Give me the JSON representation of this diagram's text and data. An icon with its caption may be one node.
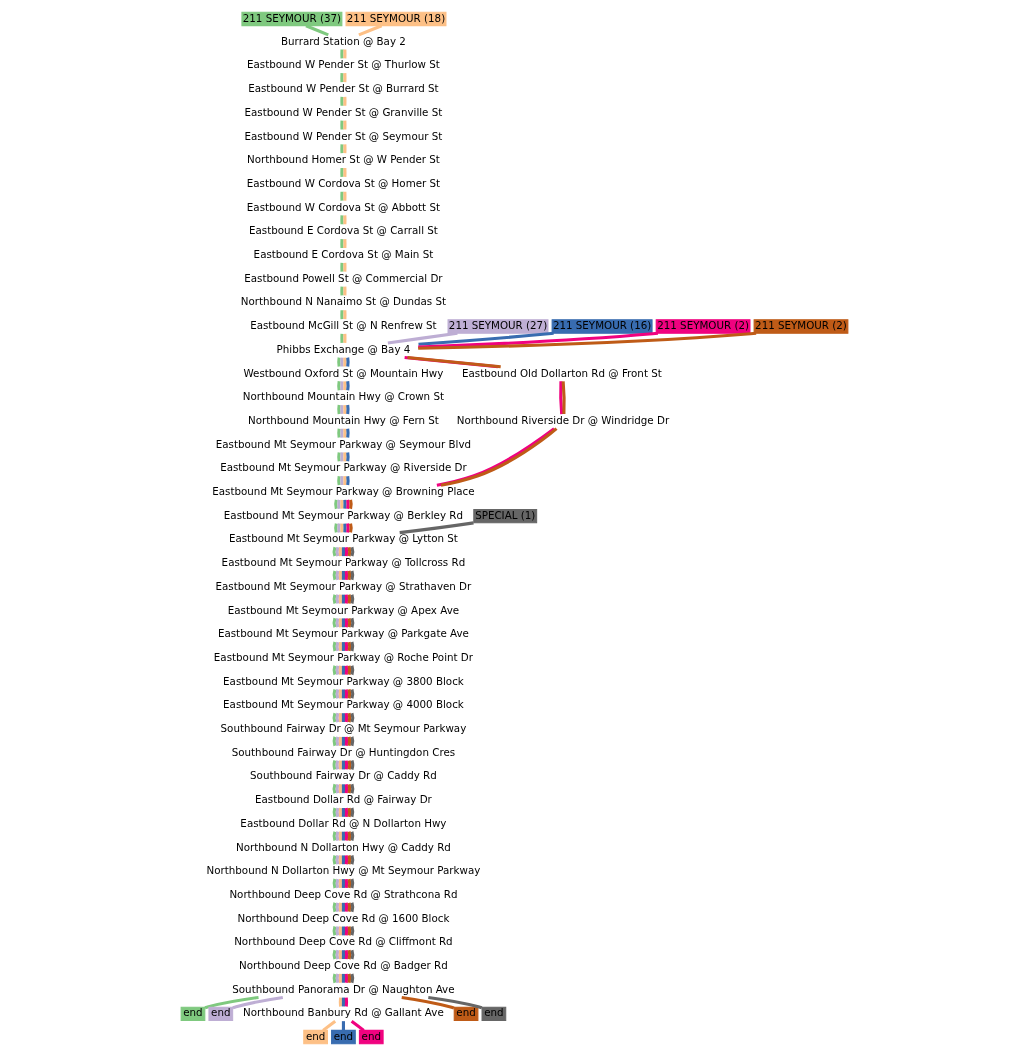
{
  "diagram": {
    "nodes": [
      {
        "text": [
          "211 SEYMOUR (37)"
        ]
      },
      {
        "text": [
          "211 SEYMOUR (18)"
        ]
      },
      {
        "text": [
          "Burrard Station @ Bay 2"
        ]
      },
      {
        "text": [
          "Eastbound W Pender St @ Thurlow St"
        ]
      },
      {
        "text": [
          "Eastbound W Pender St @ Burrard St"
        ]
      },
      {
        "text": [
          "Eastbound W Pender St @ Granville St"
        ]
      },
      {
        "text": [
          "Eastbound W Pender St @ Seymour St"
        ]
      },
      {
        "text": [
          "Northbound Homer St @ W Pender St"
        ]
      },
      {
        "text": [
          "Eastbound W Cordova St @ Homer St"
        ]
      },
      {
        "text": [
          "Eastbound W Cordova St @ Abbott St"
        ]
      },
      {
        "text": [
          "Eastbound E Cordova St @ Carrall St"
        ]
      },
      {
        "text": [
          "Eastbound E Cordova St @ Main St"
        ]
      },
      {
        "text": [
          "Eastbound Powell St @ Commercial Dr"
        ]
      },
      {
        "text": [
          "Northbound N Nanaimo St @ Dundas St"
        ]
      },
      {
        "text": [
          "Eastbound McGill St @ N Renfrew St"
        ]
      },
      {
        "text": [
          "211 SEYMOUR (27)"
        ]
      },
      {
        "text": [
          "211 SEYMOUR (16)"
        ]
      },
      {
        "text": [
          "211 SEYMOUR (2)"
        ]
      },
      {
        "text": [
          "211 SEYMOUR (2)"
        ]
      },
      {
        "text": [
          "Phibbs Exchange @ Bay 4"
        ]
      },
      {
        "text": [
          "Westbound Oxford St @ Mountain Hwy"
        ]
      },
      {
        "text": [
          "Eastbound Old Dollarton Rd @ Front St"
        ]
      },
      {
        "text": [
          "Northbound Mountain Hwy @ Crown St"
        ]
      },
      {
        "text": [
          "Northbound Mountain Hwy @ Fern St"
        ]
      },
      {
        "text": [
          "Northbound Riverside Dr @ Windridge Dr"
        ]
      },
      {
        "text": [
          "Eastbound Mt Seymour Parkway @ Seymour Blvd"
        ]
      },
      {
        "text": [
          "Eastbound Mt Seymour Parkway @ Riverside Dr"
        ]
      },
      {
        "text": [
          "Eastbound Mt Seymour Parkway @ Browning Place"
        ]
      },
      {
        "text": [
          "Eastbound Mt Seymour Parkway @ Berkley Rd"
        ]
      },
      {
        "text": [
          "SPECIAL (1)"
        ]
      },
      {
        "text": [
          "Eastbound Mt Seymour Parkway @ Lytton St"
        ]
      },
      {
        "text": [
          "Eastbound Mt Seymour Parkway @ Tollcross Rd"
        ]
      },
      {
        "text": [
          "Eastbound Mt Seymour Parkway @ Strathaven Dr"
        ]
      },
      {
        "text": [
          "Eastbound Mt Seymour Parkway @ Apex Ave"
        ]
      },
      {
        "text": [
          "Eastbound Mt Seymour Parkway @ Parkgate Ave"
        ]
      },
      {
        "text": [
          "Eastbound Mt Seymour Parkway @ Roche Point Dr"
        ]
      },
      {
        "text": [
          "Eastbound Mt Seymour Parkway @ 3800 Block"
        ]
      },
      {
        "text": [
          "Eastbound Mt Seymour Parkway @ 4000 Block"
        ]
      },
      {
        "text": [
          "Southbound Fairway Dr @ Mt Seymour Parkway"
        ]
      },
      {
        "text": [
          "Southbound Fairway Dr @ Huntingdon Cres"
        ]
      },
      {
        "text": [
          "Southbound Fairway Dr @ Caddy Rd"
        ]
      },
      {
        "text": [
          "Eastbound Dollar Rd @ Fairway Dr"
        ]
      },
      {
        "text": [
          "Eastbound Dollar Rd @ N Dollarton Hwy"
        ]
      },
      {
        "text": [
          "Northbound N Dollarton Hwy @ Caddy Rd"
        ]
      },
      {
        "text": [
          "Northbound N Dollarton Hwy @ Mt Seymour Parkway"
        ]
      },
      {
        "text": [
          "Northbound Deep Cove Rd @ Strathcona Rd"
        ]
      },
      {
        "text": [
          "Northbound Deep Cove Rd @ 1600 Block"
        ]
      },
      {
        "text": [
          "Northbound Deep Cove Rd @ Cliffmont Rd"
        ]
      },
      {
        "text": [
          "Northbound Deep Cove Rd @ Badger Rd"
        ]
      },
      {
        "text": [
          "Southbound Panorama Dr @ Naughton Ave"
        ]
      },
      {
        "text": [
          "end"
        ]
      },
      {
        "text": [
          "end"
        ]
      },
      {
        "text": [
          "Northbound Banbury Rd @ Gallant Ave"
        ]
      },
      {
        "text": [
          "end"
        ]
      },
      {
        "text": [
          "end"
        ]
      },
      {
        "text": [
          "end"
        ]
      },
      {
        "text": [
          "end"
        ]
      },
      {
        "text": [
          "end"
        ]
      }
    ],
    "edges": [
      {
        "from": 0,
        "to": 2,
        "arrow": "none",
        "color": "#7fc97f"
      },
      {
        "from": 2,
        "to": 3,
        "arrow": "none",
        "color": "#7fc97f"
      },
      {
        "from": 3,
        "to": 4,
        "arrow": "none",
        "color": "#7fc97f"
      },
      {
        "from": 4,
        "to": 5,
        "arrow": "none",
        "color": "#7fc97f"
      },
      {
        "from": 5,
        "to": 6,
        "arrow": "none",
        "color": "#7fc97f"
      },
      {
        "from": 6,
        "to": 7,
        "arrow": "none",
        "color": "#7fc97f"
      },
      {
        "from": 7,
        "to": 8,
        "arrow": "none",
        "color": "#7fc97f"
      },
      {
        "from": 8,
        "to": 9,
        "arrow": "none",
        "color": "#7fc97f"
      },
      {
        "from": 9,
        "to": 10,
        "arrow": "none",
        "color": "#7fc97f"
      },
      {
        "from": 10,
        "to": 11,
        "arrow": "none",
        "color": "#7fc97f"
      },
      {
        "from": 11,
        "to": 12,
        "arrow": "none",
        "color": "#7fc97f"
      },
      {
        "from": 12,
        "to": 13,
        "arrow": "none",
        "color": "#7fc97f"
      },
      {
        "from": 13,
        "to": 14,
        "arrow": "none",
        "color": "#7fc97f"
      },
      {
        "from": 14,
        "to": 19,
        "arrow": "none",
        "color": "#7fc97f"
      },
      {
        "from": 19,
        "to": 20,
        "arrow": "none",
        "color": "#7fc97f"
      },
      {
        "from": 20,
        "to": 22,
        "arrow": "none",
        "color": "#7fc97f"
      },
      {
        "from": 22,
        "to": 23,
        "arrow": "none",
        "color": "#7fc97f"
      },
      {
        "from": 23,
        "to": 25,
        "arrow": "none",
        "color": "#7fc97f"
      },
      {
        "from": 25,
        "to": 26,
        "arrow": "none",
        "color": "#7fc97f"
      },
      {
        "from": 26,
        "to": 27,
        "arrow": "none",
        "color": "#7fc97f"
      },
      {
        "from": 27,
        "to": 28,
        "arrow": "none",
        "color": "#7fc97f"
      },
      {
        "from": 28,
        "to": 30,
        "arrow": "none",
        "color": "#7fc97f"
      },
      {
        "from": 30,
        "to": 31,
        "arrow": "none",
        "color": "#7fc97f"
      },
      {
        "from": 31,
        "to": 32,
        "arrow": "none",
        "color": "#7fc97f"
      },
      {
        "from": 32,
        "to": 33,
        "arrow": "none",
        "color": "#7fc97f"
      },
      {
        "from": 33,
        "to": 34,
        "arrow": "none",
        "color": "#7fc97f"
      },
      {
        "from": 34,
        "to": 35,
        "arrow": "none",
        "color": "#7fc97f"
      },
      {
        "from": 35,
        "to": 36,
        "arrow": "none",
        "color": "#7fc97f"
      },
      {
        "from": 36,
        "to": 37,
        "arrow": "none",
        "color": "#7fc97f"
      },
      {
        "from": 37,
        "to": 38,
        "arrow": "none",
        "color": "#7fc97f"
      },
      {
        "from": 38,
        "to": 39,
        "arrow": "none",
        "color": "#7fc97f"
      },
      {
        "from": 39,
        "to": 40,
        "arrow": "none",
        "color": "#7fc97f"
      },
      {
        "from": 40,
        "to": 41,
        "arrow": "none",
        "color": "#7fc97f"
      },
      {
        "from": 41,
        "to": 42,
        "arrow": "none",
        "color": "#7fc97f"
      },
      {
        "from": 42,
        "to": 43,
        "arrow": "none",
        "color": "#7fc97f"
      },
      {
        "from": 43,
        "to": 44,
        "arrow": "none",
        "color": "#7fc97f"
      },
      {
        "from": 44,
        "to": 45,
        "arrow": "none",
        "color": "#7fc97f"
      },
      {
        "from": 45,
        "to": 46,
        "arrow": "none",
        "color": "#7fc97f"
      },
      {
        "from": 46,
        "to": 47,
        "arrow": "none",
        "color": "#7fc97f"
      },
      {
        "from": 47,
        "to": 48,
        "arrow": "none",
        "color": "#7fc97f"
      },
      {
        "from": 48,
        "to": 49,
        "arrow": "none",
        "color": "#7fc97f"
      },
      {
        "from": 49,
        "to": 50,
        "arrow": "none",
        "color": "#7fc97f"
      },
      {
        "from": 15,
        "to": 19,
        "arrow": "none",
        "color": "#beaed4"
      },
      {
        "from": 19,
        "to": 20,
        "arrow": "none",
        "color": "#beaed4"
      },
      {
        "from": 20,
        "to": 22,
        "arrow": "none",
        "color": "#beaed4"
      },
      {
        "from": 22,
        "to": 23,
        "arrow": "none",
        "color": "#beaed4"
      },
      {
        "from": 23,
        "to": 25,
        "arrow": "none",
        "color": "#beaed4"
      },
      {
        "from": 25,
        "to": 26,
        "arrow": "none",
        "color": "#beaed4"
      },
      {
        "from": 26,
        "to": 27,
        "arrow": "none",
        "color": "#beaed4"
      },
      {
        "from": 27,
        "to": 28,
        "arrow": "none",
        "color": "#beaed4"
      },
      {
        "from": 28,
        "to": 30,
        "arrow": "none",
        "color": "#beaed4"
      },
      {
        "from": 30,
        "to": 31,
        "arrow": "none",
        "color": "#beaed4"
      },
      {
        "from": 31,
        "to": 32,
        "arrow": "none",
        "color": "#beaed4"
      },
      {
        "from": 32,
        "to": 33,
        "arrow": "none",
        "color": "#beaed4"
      },
      {
        "from": 33,
        "to": 34,
        "arrow": "none",
        "color": "#beaed4"
      },
      {
        "from": 34,
        "to": 35,
        "arrow": "none",
        "color": "#beaed4"
      },
      {
        "from": 35,
        "to": 36,
        "arrow": "none",
        "color": "#beaed4"
      },
      {
        "from": 36,
        "to": 37,
        "arrow": "none",
        "color": "#beaed4"
      },
      {
        "from": 37,
        "to": 38,
        "arrow": "none",
        "color": "#beaed4"
      },
      {
        "from": 38,
        "to": 39,
        "arrow": "none",
        "color": "#beaed4"
      },
      {
        "from": 39,
        "to": 40,
        "arrow": "none",
        "color": "#beaed4"
      },
      {
        "from": 40,
        "to": 41,
        "arrow": "none",
        "color": "#beaed4"
      },
      {
        "from": 41,
        "to": 42,
        "arrow": "none",
        "color": "#beaed4"
      },
      {
        "from": 42,
        "to": 43,
        "arrow": "none",
        "color": "#beaed4"
      },
      {
        "from": 43,
        "to": 44,
        "arrow": "none",
        "color": "#beaed4"
      },
      {
        "from": 44,
        "to": 45,
        "arrow": "none",
        "color": "#beaed4"
      },
      {
        "from": 45,
        "to": 46,
        "arrow": "none",
        "color": "#beaed4"
      },
      {
        "from": 46,
        "to": 47,
        "arrow": "none",
        "color": "#beaed4"
      },
      {
        "from": 47,
        "to": 48,
        "arrow": "none",
        "color": "#beaed4"
      },
      {
        "from": 48,
        "to": 49,
        "arrow": "none",
        "color": "#beaed4"
      },
      {
        "from": 49,
        "to": 51,
        "arrow": "none",
        "color": "#beaed4"
      },
      {
        "from": 1,
        "to": 2,
        "arrow": "none",
        "color": "#fdc086"
      },
      {
        "from": 2,
        "to": 3,
        "arrow": "none",
        "color": "#fdc086"
      },
      {
        "from": 3,
        "to": 4,
        "arrow": "none",
        "color": "#fdc086"
      },
      {
        "from": 4,
        "to": 5,
        "arrow": "none",
        "color": "#fdc086"
      },
      {
        "from": 5,
        "to": 6,
        "arrow": "none",
        "color": "#fdc086"
      },
      {
        "from": 6,
        "to": 7,
        "arrow": "none",
        "color": "#fdc086"
      },
      {
        "from": 7,
        "to": 8,
        "arrow": "none",
        "color": "#fdc086"
      },
      {
        "from": 8,
        "to": 9,
        "arrow": "none",
        "color": "#fdc086"
      },
      {
        "from": 9,
        "to": 10,
        "arrow": "none",
        "color": "#fdc086"
      },
      {
        "from": 10,
        "to": 11,
        "arrow": "none",
        "color": "#fdc086"
      },
      {
        "from": 11,
        "to": 12,
        "arrow": "none",
        "color": "#fdc086"
      },
      {
        "from": 12,
        "to": 13,
        "arrow": "none",
        "color": "#fdc086"
      },
      {
        "from": 13,
        "to": 14,
        "arrow": "none",
        "color": "#fdc086"
      },
      {
        "from": 14,
        "to": 19,
        "arrow": "none",
        "color": "#fdc086"
      },
      {
        "from": 19,
        "to": 20,
        "arrow": "none",
        "color": "#fdc086"
      },
      {
        "from": 20,
        "to": 22,
        "arrow": "none",
        "color": "#fdc086"
      },
      {
        "from": 22,
        "to": 23,
        "arrow": "none",
        "color": "#fdc086"
      },
      {
        "from": 23,
        "to": 25,
        "arrow": "none",
        "color": "#fdc086"
      },
      {
        "from": 25,
        "to": 26,
        "arrow": "none",
        "color": "#fdc086"
      },
      {
        "from": 26,
        "to": 27,
        "arrow": "none",
        "color": "#fdc086"
      },
      {
        "from": 27,
        "to": 28,
        "arrow": "none",
        "color": "#fdc086"
      },
      {
        "from": 28,
        "to": 30,
        "arrow": "none",
        "color": "#fdc086"
      },
      {
        "from": 30,
        "to": 31,
        "arrow": "none",
        "color": "#fdc086"
      },
      {
        "from": 31,
        "to": 32,
        "arrow": "none",
        "color": "#fdc086"
      },
      {
        "from": 32,
        "to": 33,
        "arrow": "none",
        "color": "#fdc086"
      },
      {
        "from": 33,
        "to": 34,
        "arrow": "none",
        "color": "#fdc086"
      },
      {
        "from": 34,
        "to": 35,
        "arrow": "none",
        "color": "#fdc086"
      },
      {
        "from": 35,
        "to": 36,
        "arrow": "none",
        "color": "#fdc086"
      },
      {
        "from": 36,
        "to": 37,
        "arrow": "none",
        "color": "#fdc086"
      },
      {
        "from": 37,
        "to": 38,
        "arrow": "none",
        "color": "#fdc086"
      },
      {
        "from": 38,
        "to": 39,
        "arrow": "none",
        "color": "#fdc086"
      },
      {
        "from": 39,
        "to": 40,
        "arrow": "none",
        "color": "#fdc086"
      },
      {
        "from": 40,
        "to": 41,
        "arrow": "none",
        "color": "#fdc086"
      },
      {
        "from": 41,
        "to": 42,
        "arrow": "none",
        "color": "#fdc086"
      },
      {
        "from": 42,
        "to": 43,
        "arrow": "none",
        "color": "#fdc086"
      },
      {
        "from": 43,
        "to": 44,
        "arrow": "none",
        "color": "#fdc086"
      },
      {
        "from": 44,
        "to": 45,
        "arrow": "none",
        "color": "#fdc086"
      },
      {
        "from": 45,
        "to": 46,
        "arrow": "none",
        "color": "#fdc086"
      },
      {
        "from": 46,
        "to": 47,
        "arrow": "none",
        "color": "#fdc086"
      },
      {
        "from": 47,
        "to": 48,
        "arrow": "none",
        "color": "#fdc086"
      },
      {
        "from": 48,
        "to": 49,
        "arrow": "none",
        "color": "#fdc086"
      },
      {
        "from": 49,
        "to": 52,
        "arrow": "none",
        "color": "#fdc086"
      },
      {
        "from": 52,
        "to": 55,
        "arrow": "none",
        "color": "#fdc086"
      },
      {
        "from": 16,
        "to": 19,
        "arrow": "none",
        "color": "#386cb0"
      },
      {
        "from": 19,
        "to": 20,
        "arrow": "none",
        "color": "#386cb0"
      },
      {
        "from": 20,
        "to": 22,
        "arrow": "none",
        "color": "#386cb0"
      },
      {
        "from": 22,
        "to": 23,
        "arrow": "none",
        "color": "#386cb0"
      },
      {
        "from": 23,
        "to": 25,
        "arrow": "none",
        "color": "#386cb0"
      },
      {
        "from": 25,
        "to": 26,
        "arrow": "none",
        "color": "#386cb0"
      },
      {
        "from": 26,
        "to": 27,
        "arrow": "none",
        "color": "#386cb0"
      },
      {
        "from": 27,
        "to": 28,
        "arrow": "none",
        "color": "#386cb0"
      },
      {
        "from": 28,
        "to": 30,
        "arrow": "none",
        "color": "#386cb0"
      },
      {
        "from": 30,
        "to": 31,
        "arrow": "none",
        "color": "#386cb0"
      },
      {
        "from": 31,
        "to": 32,
        "arrow": "none",
        "color": "#386cb0"
      },
      {
        "from": 32,
        "to": 33,
        "arrow": "none",
        "color": "#386cb0"
      },
      {
        "from": 33,
        "to": 34,
        "arrow": "none",
        "color": "#386cb0"
      },
      {
        "from": 34,
        "to": 35,
        "arrow": "none",
        "color": "#386cb0"
      },
      {
        "from": 35,
        "to": 36,
        "arrow": "none",
        "color": "#386cb0"
      },
      {
        "from": 36,
        "to": 37,
        "arrow": "none",
        "color": "#386cb0"
      },
      {
        "from": 37,
        "to": 38,
        "arrow": "none",
        "color": "#386cb0"
      },
      {
        "from": 38,
        "to": 39,
        "arrow": "none",
        "color": "#386cb0"
      },
      {
        "from": 39,
        "to": 40,
        "arrow": "none",
        "color": "#386cb0"
      },
      {
        "from": 40,
        "to": 41,
        "arrow": "none",
        "color": "#386cb0"
      },
      {
        "from": 41,
        "to": 42,
        "arrow": "none",
        "color": "#386cb0"
      },
      {
        "from": 42,
        "to": 43,
        "arrow": "none",
        "color": "#386cb0"
      },
      {
        "from": 43,
        "to": 44,
        "arrow": "none",
        "color": "#386cb0"
      },
      {
        "from": 44,
        "to": 45,
        "arrow": "none",
        "color": "#386cb0"
      },
      {
        "from": 45,
        "to": 46,
        "arrow": "none",
        "color": "#386cb0"
      },
      {
        "from": 46,
        "to": 47,
        "arrow": "none",
        "color": "#386cb0"
      },
      {
        "from": 47,
        "to": 48,
        "arrow": "none",
        "color": "#386cb0"
      },
      {
        "from": 48,
        "to": 49,
        "arrow": "none",
        "color": "#386cb0"
      },
      {
        "from": 49,
        "to": 52,
        "arrow": "none",
        "color": "#386cb0"
      },
      {
        "from": 52,
        "to": 56,
        "arrow": "none",
        "color": "#386cb0"
      },
      {
        "from": 17,
        "to": 19,
        "arrow": "none",
        "color": "#f0027f"
      },
      {
        "from": 19,
        "to": 21,
        "arrow": "none",
        "color": "#f0027f"
      },
      {
        "from": 21,
        "to": 24,
        "arrow": "none",
        "color": "#f0027f"
      },
      {
        "from": 24,
        "to": 27,
        "arrow": "none",
        "color": "#f0027f"
      },
      {
        "from": 27,
        "to": 28,
        "arrow": "none",
        "color": "#f0027f"
      },
      {
        "from": 28,
        "to": 30,
        "arrow": "none",
        "color": "#f0027f"
      },
      {
        "from": 30,
        "to": 31,
        "arrow": "none",
        "color": "#f0027f"
      },
      {
        "from": 31,
        "to": 32,
        "arrow": "none",
        "color": "#f0027f"
      },
      {
        "from": 32,
        "to": 33,
        "arrow": "none",
        "color": "#f0027f"
      },
      {
        "from": 33,
        "to": 34,
        "arrow": "none",
        "color": "#f0027f"
      },
      {
        "from": 34,
        "to": 35,
        "arrow": "none",
        "color": "#f0027f"
      },
      {
        "from": 35,
        "to": 36,
        "arrow": "none",
        "color": "#f0027f"
      },
      {
        "from": 36,
        "to": 37,
        "arrow": "none",
        "color": "#f0027f"
      },
      {
        "from": 37,
        "to": 38,
        "arrow": "none",
        "color": "#f0027f"
      },
      {
        "from": 38,
        "to": 39,
        "arrow": "none",
        "color": "#f0027f"
      },
      {
        "from": 39,
        "to": 40,
        "arrow": "none",
        "color": "#f0027f"
      },
      {
        "from": 40,
        "to": 41,
        "arrow": "none",
        "color": "#f0027f"
      },
      {
        "from": 41,
        "to": 42,
        "arrow": "none",
        "color": "#f0027f"
      },
      {
        "from": 42,
        "to": 43,
        "arrow": "none",
        "color": "#f0027f"
      },
      {
        "from": 43,
        "to": 44,
        "arrow": "none",
        "color": "#f0027f"
      },
      {
        "from": 44,
        "to": 45,
        "arrow": "none",
        "color": "#f0027f"
      },
      {
        "from": 45,
        "to": 46,
        "arrow": "none",
        "color": "#f0027f"
      },
      {
        "from": 46,
        "to": 47,
        "arrow": "none",
        "color": "#f0027f"
      },
      {
        "from": 47,
        "to": 48,
        "arrow": "none",
        "color": "#f0027f"
      },
      {
        "from": 48,
        "to": 49,
        "arrow": "none",
        "color": "#f0027f"
      },
      {
        "from": 49,
        "to": 52,
        "arrow": "none",
        "color": "#f0027f"
      },
      {
        "from": 52,
        "to": 57,
        "arrow": "none",
        "color": "#f0027f"
      },
      {
        "from": 18,
        "to": 19,
        "arrow": "none",
        "color": "#bf5b17"
      },
      {
        "from": 19,
        "to": 21,
        "arrow": "none",
        "color": "#bf5b17"
      },
      {
        "from": 21,
        "to": 24,
        "arrow": "none",
        "color": "#bf5b17"
      },
      {
        "from": 24,
        "to": 27,
        "arrow": "none",
        "color": "#bf5b17"
      },
      {
        "from": 27,
        "to": 28,
        "arrow": "none",
        "color": "#bf5b17"
      },
      {
        "from": 28,
        "to": 30,
        "arrow": "none",
        "color": "#bf5b17"
      },
      {
        "from": 30,
        "to": 31,
        "arrow": "none",
        "color": "#bf5b17"
      },
      {
        "from": 31,
        "to": 32,
        "arrow": "none",
        "color": "#bf5b17"
      },
      {
        "from": 32,
        "to": 33,
        "arrow": "none",
        "color": "#bf5b17"
      },
      {
        "from": 33,
        "to": 34,
        "arrow": "none",
        "color": "#bf5b17"
      },
      {
        "from": 34,
        "to": 35,
        "arrow": "none",
        "color": "#bf5b17"
      },
      {
        "from": 35,
        "to": 36,
        "arrow": "none",
        "color": "#bf5b17"
      },
      {
        "from": 36,
        "to": 37,
        "arrow": "none",
        "color": "#bf5b17"
      },
      {
        "from": 37,
        "to": 38,
        "arrow": "none",
        "color": "#bf5b17"
      },
      {
        "from": 38,
        "to": 39,
        "arrow": "none",
        "color": "#bf5b17"
      },
      {
        "from": 39,
        "to": 40,
        "arrow": "none",
        "color": "#bf5b17"
      },
      {
        "from": 40,
        "to": 41,
        "arrow": "none",
        "color": "#bf5b17"
      },
      {
        "from": 41,
        "to": 42,
        "arrow": "none",
        "color": "#bf5b17"
      },
      {
        "from": 42,
        "to": 43,
        "arrow": "none",
        "color": "#bf5b17"
      },
      {
        "from": 43,
        "to": 44,
        "arrow": "none",
        "color": "#bf5b17"
      },
      {
        "from": 44,
        "to": 45,
        "arrow": "none",
        "color": "#bf5b17"
      },
      {
        "from": 45,
        "to": 46,
        "arrow": "none",
        "color": "#bf5b17"
      },
      {
        "from": 46,
        "to": 47,
        "arrow": "none",
        "color": "#bf5b17"
      },
      {
        "from": 47,
        "to": 48,
        "arrow": "none",
        "color": "#bf5b17"
      },
      {
        "from": 48,
        "to": 49,
        "arrow": "none",
        "color": "#bf5b17"
      },
      {
        "from": 49,
        "to": 53,
        "arrow": "none",
        "color": "#bf5b17"
      },
      {
        "from": 29,
        "to": 30,
        "arrow": "none",
        "color": "#666666"
      },
      {
        "from": 30,
        "to": 31,
        "arrow": "none",
        "color": "#666666"
      },
      {
        "from": 31,
        "to": 32,
        "arrow": "none",
        "color": "#666666"
      },
      {
        "from": 32,
        "to": 33,
        "arrow": "none",
        "color": "#666666"
      },
      {
        "from": 33,
        "to": 34,
        "arrow": "none",
        "color": "#666666"
      },
      {
        "from": 34,
        "to": 35,
        "arrow": "none",
        "color": "#666666"
      },
      {
        "from": 35,
        "to": 36,
        "arrow": "none",
        "color": "#666666"
      },
      {
        "from": 36,
        "to": 37,
        "arrow": "none",
        "color": "#666666"
      },
      {
        "from": 37,
        "to": 38,
        "arrow": "none",
        "color": "#666666"
      },
      {
        "from": 38,
        "to": 39,
        "arrow": "none",
        "color": "#666666"
      },
      {
        "from": 39,
        "to": 40,
        "arrow": "none",
        "color": "#666666"
      },
      {
        "from": 40,
        "to": 41,
        "arrow": "none",
        "color": "#666666"
      },
      {
        "from": 41,
        "to": 42,
        "arrow": "none",
        "color": "#666666"
      },
      {
        "from": 42,
        "to": 43,
        "arrow": "none",
        "color": "#666666"
      },
      {
        "from": 43,
        "to": 44,
        "arrow": "none",
        "color": "#666666"
      },
      {
        "from": 44,
        "to": 45,
        "arrow": "none",
        "color": "#666666"
      },
      {
        "from": 45,
        "to": 46,
        "arrow": "none",
        "color": "#666666"
      },
      {
        "from": 46,
        "to": 47,
        "arrow": "none",
        "color": "#666666"
      },
      {
        "from": 47,
        "to": 48,
        "arrow": "none",
        "color": "#666666"
      },
      {
        "from": 48,
        "to": 49,
        "arrow": "none",
        "color": "#666666"
      },
      {
        "from": 49,
        "to": 54,
        "arrow": "none",
        "color": "#666666"
      }
    ]
  }
}
